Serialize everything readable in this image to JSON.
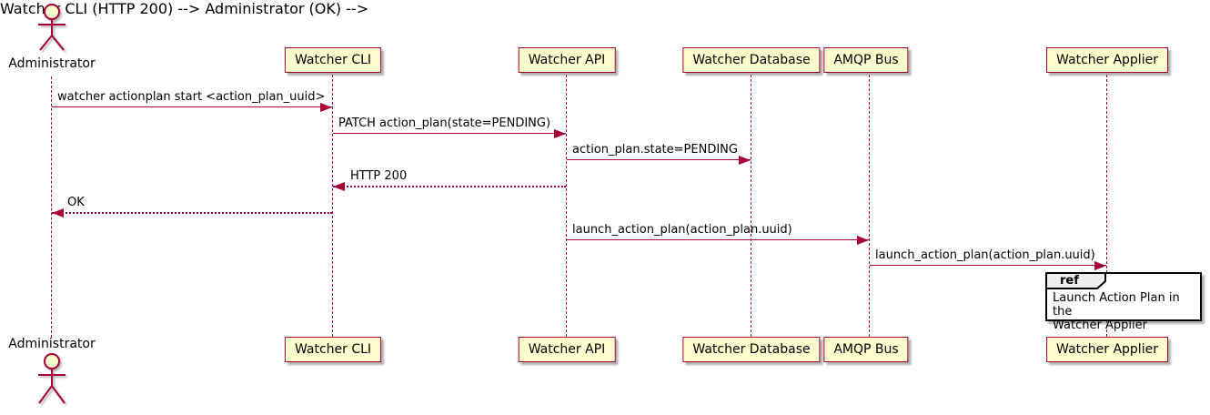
{
  "diagram": {
    "type": "uml-sequence-diagram",
    "actor": {
      "name": "Administrator"
    },
    "participants": [
      {
        "name": "Watcher CLI"
      },
      {
        "name": "Watcher API"
      },
      {
        "name": "Watcher Database"
      },
      {
        "name": "AMQP Bus"
      },
      {
        "name": "Watcher Applier"
      }
    ],
    "messages": [
      {
        "from": "Administrator",
        "to": "Watcher CLI",
        "text": "watcher actionplan start <action_plan_uuid>",
        "style": "solid"
      },
      {
        "from": "Watcher CLI",
        "to": "Watcher API",
        "text": "PATCH action_plan(state=PENDING)",
        "style": "solid"
      },
      {
        "from": "Watcher API",
        "to": "Watcher Database",
        "text": "action_plan.state=PENDING",
        "style": "solid"
      },
      {
        "from": "Watcher API",
        "to": "Watcher CLI",
        "text": "HTTP 200",
        "style": "dotted-return"
      },
      {
        "from": "Watcher CLI",
        "to": "Administrator",
        "text": "OK",
        "style": "dotted-return"
      },
      {
        "from": "Watcher API",
        "to": "AMQP Bus",
        "text": "launch_action_plan(action_plan.uuid)",
        "style": "solid"
      },
      {
        "from": "AMQP Bus",
        "to": "Watcher Applier",
        "text": "launch_action_plan(action_plan.uuid)",
        "style": "solid"
      }
    ],
    "ref": {
      "keyword": "ref",
      "text": "Launch Action Plan in the\nWatcher Applier"
    },
    "colors": {
      "line": "#A80036",
      "participant_fill": "#FEFECE",
      "text": "#000000",
      "ref_border": "#000000",
      "ref_tab_fill": "#EEEEEE",
      "background": "#FFFFFF"
    }
  }
}
